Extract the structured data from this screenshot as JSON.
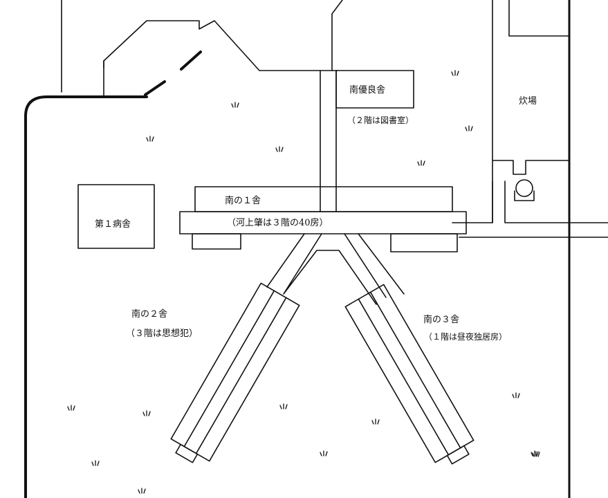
{
  "labels": {
    "minami_yuryo": "南優良舎",
    "minami_yuryo_note": "（２階は図書室）",
    "kitchen": "炊場",
    "ward1": "第１病舎",
    "minami1": "南の１舎",
    "minami1_note": "（河上肇は３階の40房）",
    "minami2": "南の２舎",
    "minami2_note": "（３階は思想犯）",
    "minami3": "南の３舎",
    "minami3_note": "（１階は昼夜独居房）"
  },
  "icons": {
    "grass": "grass-tuft-icon"
  }
}
